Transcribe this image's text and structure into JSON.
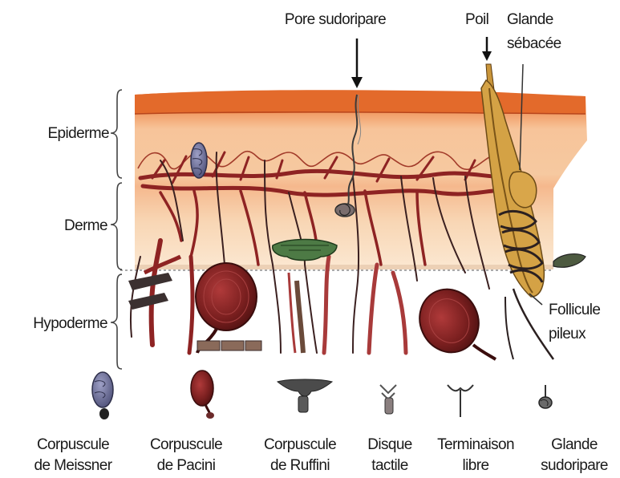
{
  "labels": {
    "pore": "Pore sudoripare",
    "poil": "Poil",
    "glande_line1": "Glande",
    "glande_line2": "sébacée",
    "epiderme": "Epiderme",
    "derme": "Derme",
    "hypoderme": "Hypoderme",
    "follicule_line1": "Follicule",
    "follicule_line2": "pileux"
  },
  "legend": [
    {
      "line1": "Corpuscule",
      "line2": "de Meissner",
      "icon": "meissner-corpuscle-icon"
    },
    {
      "line1": "Corpuscule",
      "line2": "de Pacini",
      "icon": "pacini-corpuscle-icon"
    },
    {
      "line1": "Corpuscule",
      "line2": "de Ruffini",
      "icon": "ruffini-corpuscle-icon"
    },
    {
      "line1": "Disque",
      "line2": "tactile",
      "icon": "tactile-disc-icon"
    },
    {
      "line1": "Terminaison",
      "line2": "libre",
      "icon": "free-nerve-ending-icon"
    },
    {
      "line1": "Glande",
      "line2": "sudoripare",
      "icon": "sweat-gland-icon"
    }
  ],
  "colors": {
    "epidermis_top": "#e0642c",
    "epidermis_band": "#f4b68a",
    "dermis": "#f7d2ad",
    "vessel": "#9a2a2a",
    "nerve": "#3b2b2b",
    "meissner": "#6d6f9a",
    "pacini": "#8a2525",
    "ruffini": "#3d6b40",
    "hair": "#d8a640"
  }
}
